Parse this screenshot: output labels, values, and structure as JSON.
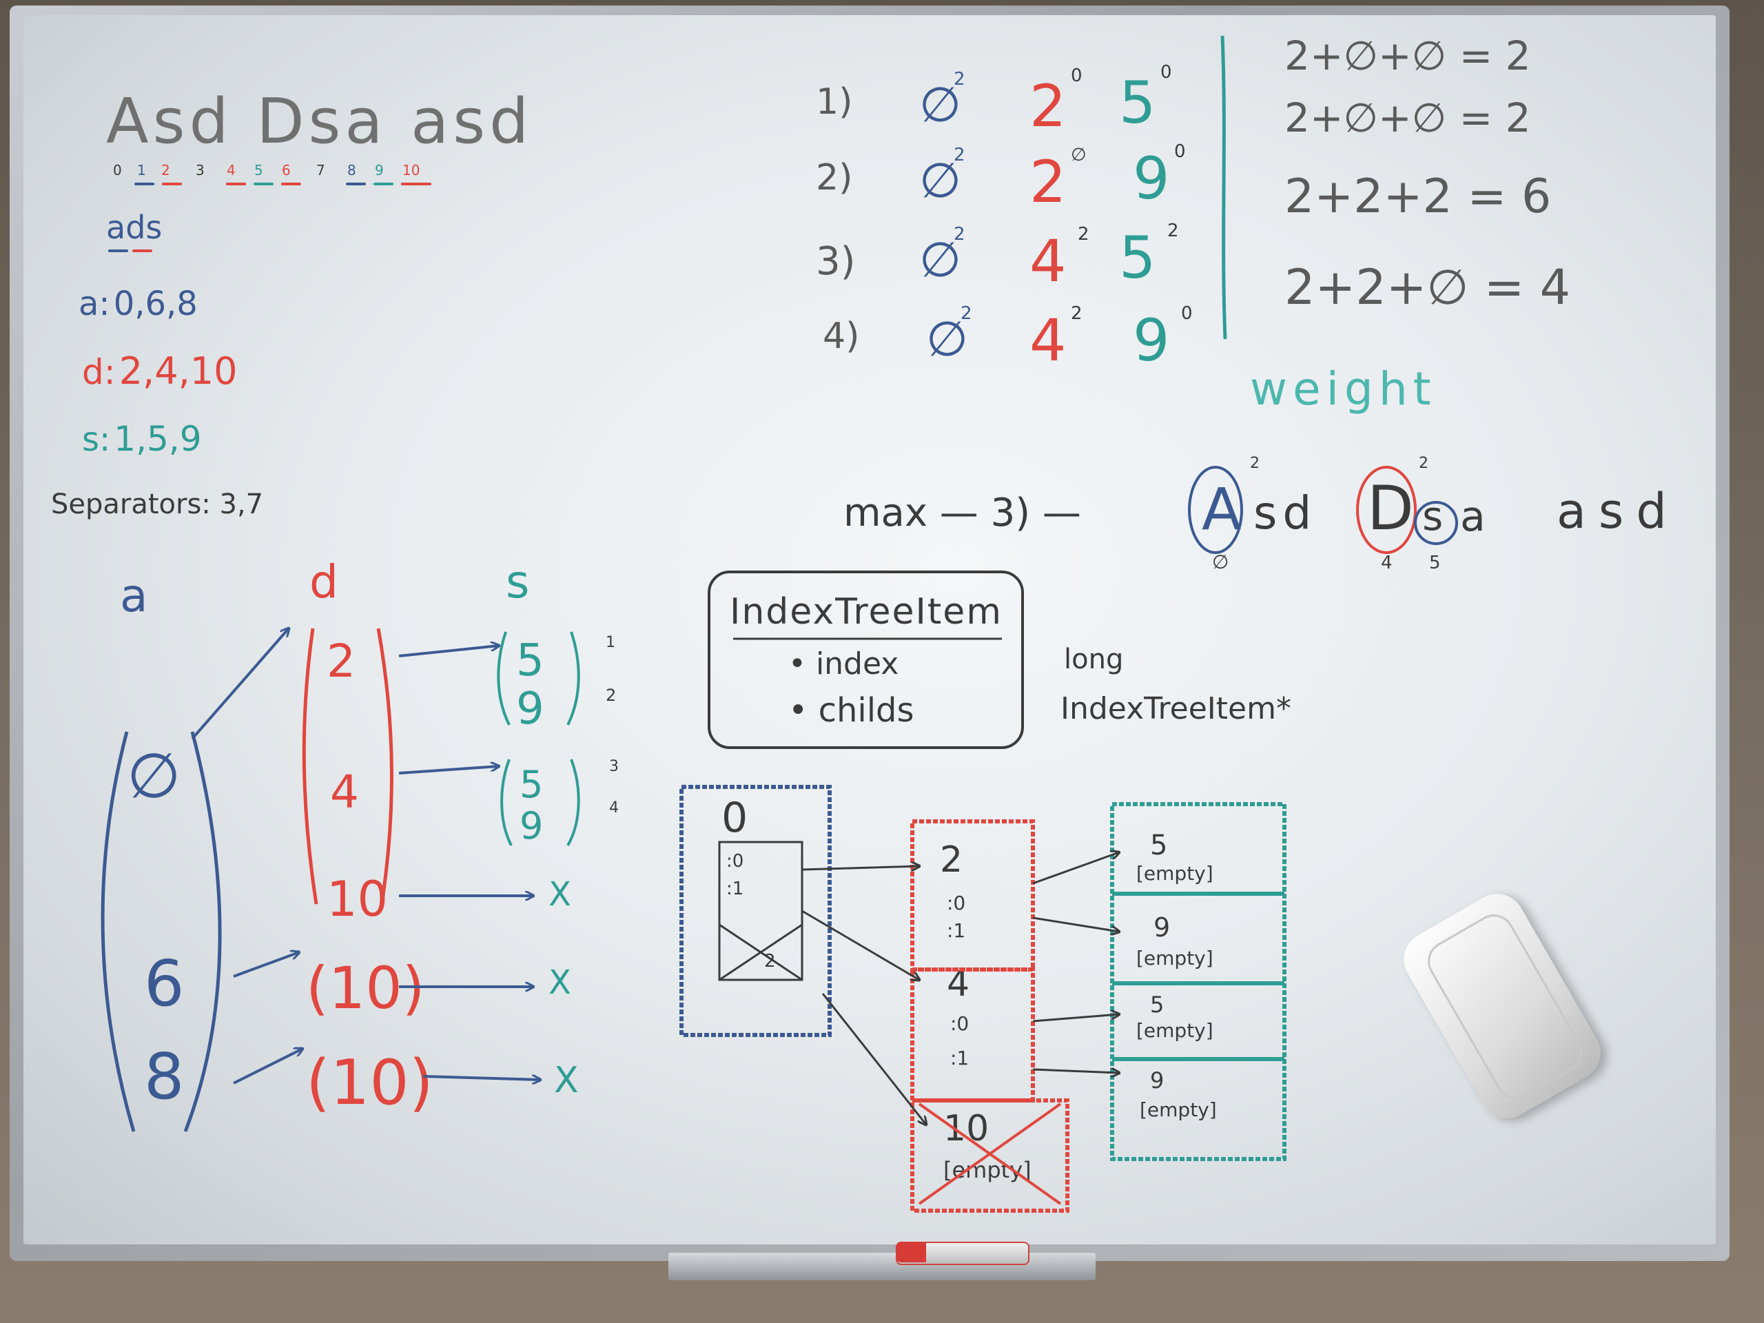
{
  "top_left": {
    "heading": "Asd Dsa asd",
    "index_row": [
      "0",
      "1",
      "2",
      "3",
      "4",
      "5",
      "6",
      "7",
      "8",
      "9",
      "10"
    ],
    "query": "ads",
    "a_line_label": "a:",
    "a_line_values": "0,6,8",
    "d_line_label": "d:",
    "d_line_values": "2,4,10",
    "s_line_label": "s:",
    "s_line_values": "1,5,9",
    "separators": "Separators: 3,7"
  },
  "combos": [
    {
      "num": "1)",
      "a": "∅",
      "a_w": "2",
      "d": "2",
      "d_w": "0",
      "s": "5",
      "s_w": "0"
    },
    {
      "num": "2)",
      "a": "∅",
      "a_w": "2",
      "d": "2",
      "d_w": "∅",
      "s": "9",
      "s_w": "0"
    },
    {
      "num": "3)",
      "a": "∅",
      "a_w": "2",
      "d": "4",
      "d_w": "2",
      "s": "5",
      "s_w": "2"
    },
    {
      "num": "4)",
      "a": "∅",
      "a_w": "2",
      "d": "4",
      "d_w": "2",
      "s": "9",
      "s_w": "0"
    }
  ],
  "sums": [
    "2+∅+∅ = 2",
    "2+∅+∅ = 2",
    "2+2+2 = 6",
    "2+2+∅ = 4"
  ],
  "weight_label": "weight",
  "max_line": {
    "prefix": "max — 3) —",
    "word1_rest": "sd",
    "word2_rest": "a",
    "word3": "asd",
    "circle_a": "A",
    "circle_d": "D",
    "circle_s": "s",
    "w_a": "2",
    "w_d": "2",
    "idx_a": "∅",
    "idx_d": "4",
    "idx_s": "5"
  },
  "tree_left": {
    "col_a": "a",
    "col_d": "d",
    "col_s": "s",
    "a_vals": [
      "∅",
      "6",
      "8"
    ],
    "d_group": [
      "2",
      "4",
      "10"
    ],
    "d_single_1": "(10)",
    "d_single_2": "(10)",
    "s_group_1": [
      "5",
      "9"
    ],
    "s_group_2": [
      "5",
      "9"
    ],
    "s_nums_1": [
      "1",
      "2"
    ],
    "s_nums_2": [
      "3",
      "4"
    ],
    "x_marks": [
      "X",
      "X",
      "X"
    ]
  },
  "struct_box": {
    "title": "IndexTreeItem",
    "field_1": "• index",
    "field_2": "• childs",
    "type_1": "long",
    "type_2": "IndexTreeItem*"
  },
  "diagram": {
    "root_label": "0",
    "root_entries": [
      ":0",
      ":1",
      "2"
    ],
    "mid_boxes": [
      {
        "label": "2",
        "entries": [
          ":0",
          ":1"
        ]
      },
      {
        "label": "4",
        "entries": [
          ":0",
          ":1"
        ]
      },
      {
        "label": "10",
        "entries": [
          "[empty]"
        ]
      }
    ],
    "leaf_boxes": [
      {
        "label": "5",
        "text": "[empty]"
      },
      {
        "label": "9",
        "text": "[empty]"
      },
      {
        "label": "5",
        "text": "[empty]"
      },
      {
        "label": "9",
        "text": "[empty]"
      }
    ]
  },
  "colors": {
    "blue": "#3c5a92",
    "red": "#e0473f",
    "teal": "#2f9d94",
    "black": "#3b3b3b"
  }
}
